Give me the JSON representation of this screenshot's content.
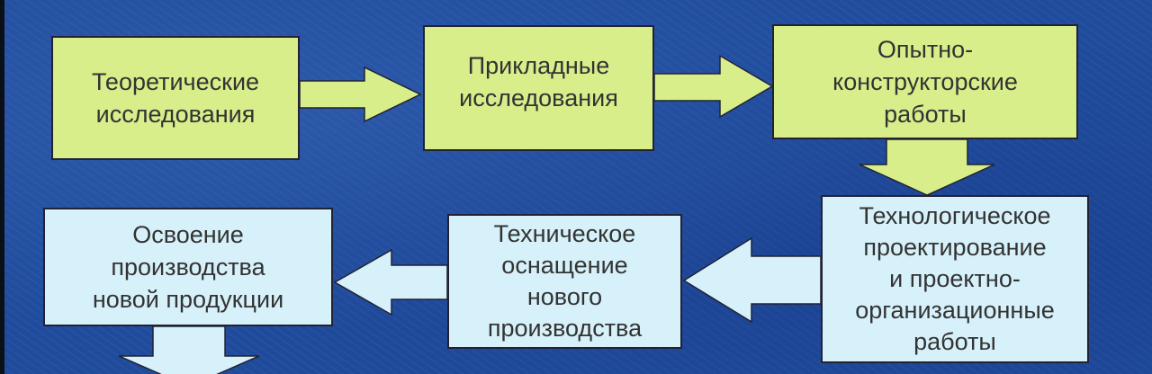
{
  "colors": {
    "background": "#1f4b9c",
    "research_box": "#d8ee8a",
    "production_box": "#d7f1fa"
  },
  "boxes": {
    "theoretical": "Теоретические\nисследования",
    "applied": "Прикладные\nисследования",
    "experimental": "Опытно-\nконструкторские\nработы",
    "technological": "Технологическое\nпроектирование\nи проектно-\nорганизационные\nработы",
    "technical": "Техническое\nоснащение\nнового\nпроизводства",
    "mastering": "Освоение\nпроизводства\nновой продукции"
  }
}
